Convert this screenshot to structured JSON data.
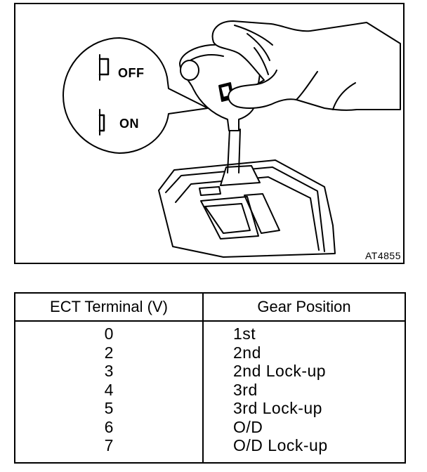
{
  "figure": {
    "label_off": "OFF",
    "label_on": "ON",
    "figure_code": "AT4855"
  },
  "table": {
    "headers": [
      "ECT Terminal (V)",
      "Gear Position"
    ],
    "rows": [
      {
        "voltage": "0",
        "gear": "1st"
      },
      {
        "voltage": "2",
        "gear": "2nd"
      },
      {
        "voltage": "3",
        "gear": "2nd Lock-up"
      },
      {
        "voltage": "4",
        "gear": "3rd"
      },
      {
        "voltage": "5",
        "gear": "3rd Lock-up"
      },
      {
        "voltage": "6",
        "gear": "O/D"
      },
      {
        "voltage": "7",
        "gear": "O/D Lock-up"
      }
    ]
  }
}
